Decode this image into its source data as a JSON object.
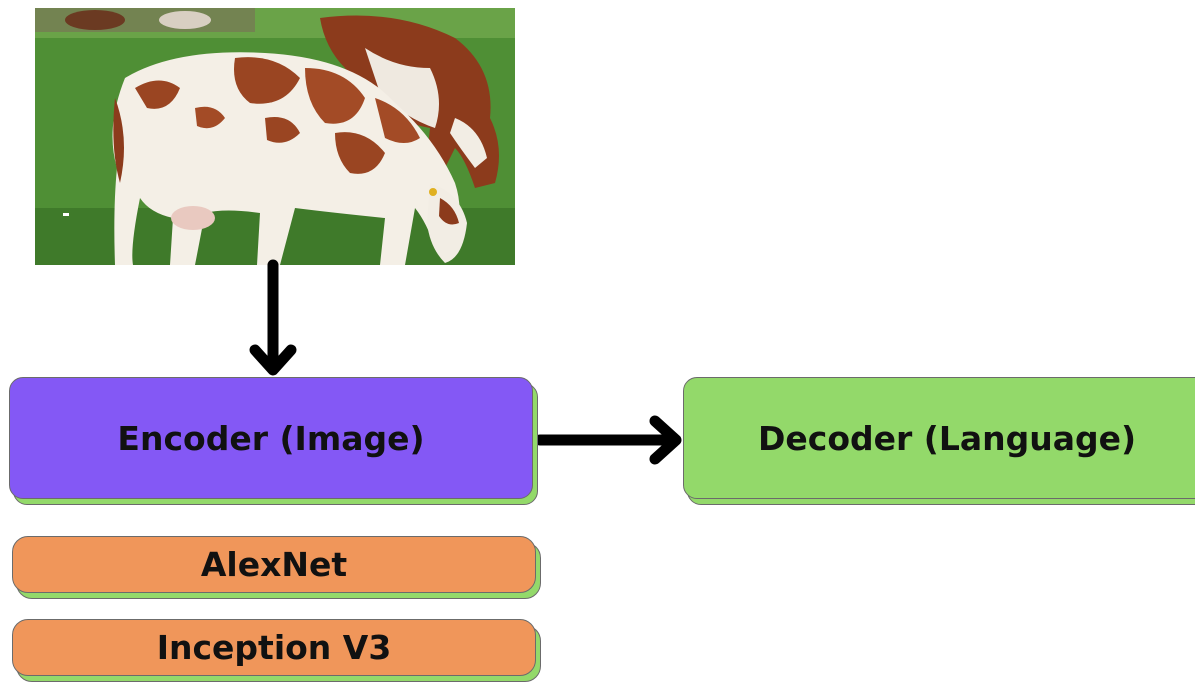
{
  "image": {
    "description_icon": "cow-photo-icon"
  },
  "nodes": {
    "encoder": "Encoder (Image)",
    "decoder": "Decoder (Language)",
    "models": [
      "AlexNet",
      "Inception V3"
    ]
  },
  "colors": {
    "encoder_fill": "#8458f5",
    "decoder_fill": "#93d96a",
    "model_fill": "#f0965a",
    "shadow_fill": "#93d96a",
    "arrow": "#000000"
  }
}
